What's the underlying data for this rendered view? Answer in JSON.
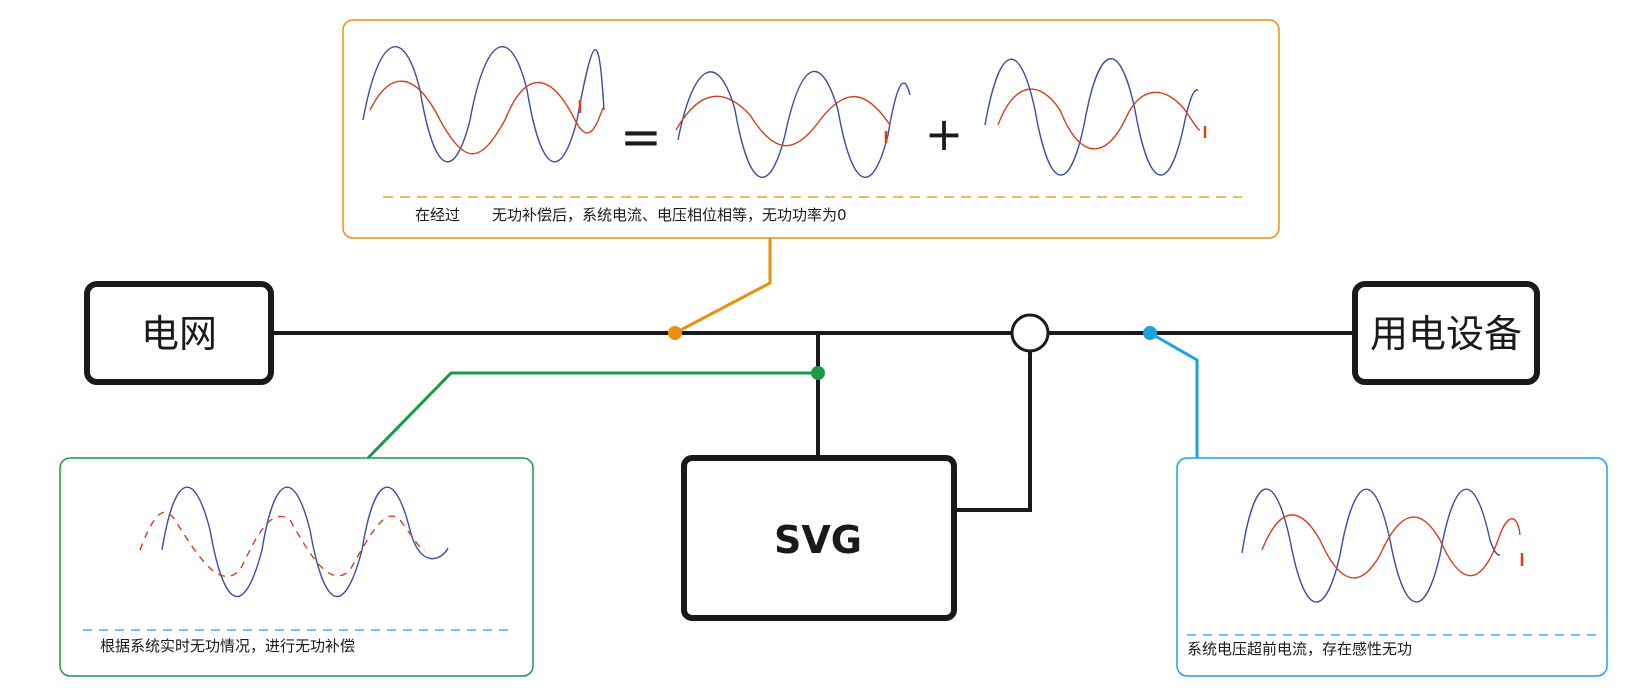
{
  "nodes": {
    "grid": "电网",
    "load": "用电设备",
    "svg": "SVG"
  },
  "panels": {
    "top": {
      "caption_part1": "在经过",
      "caption_part2": "无功补偿后，系统电流、电压相位相等，无功功率为0",
      "equals": "=",
      "plus": "+",
      "current_marker": "I"
    },
    "left": {
      "caption": "根据系统实时无功情况，进行无功补偿"
    },
    "right": {
      "caption": "系统电压超前电流，存在感性无功",
      "current_marker": "I"
    }
  },
  "colors": {
    "line": "#1a1a1a",
    "top_accent": "#e8900f",
    "left_accent": "#1a9a48",
    "right_accent": "#1ea1dc",
    "voltage_wave": "#3b4ea2",
    "current_wave": "#d0411f"
  }
}
